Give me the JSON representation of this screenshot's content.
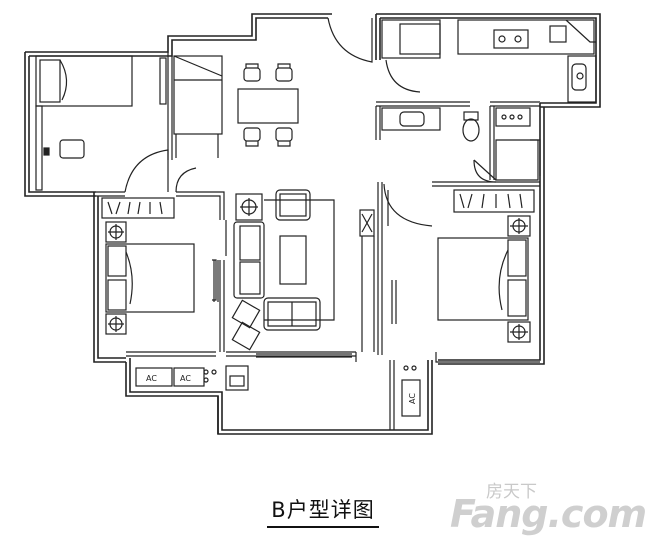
{
  "caption": "B户型详图",
  "watermark": {
    "cn": "房天下",
    "en": "Fang.com"
  },
  "ac_labels": {
    "unit1": "AC",
    "unit2": "AC",
    "unit3": "AC"
  },
  "colors": {
    "line": "#222222",
    "watermark": "#cccccc"
  },
  "icons": [
    "bed-icon",
    "sofa-icon",
    "table-icon",
    "chair-icon",
    "toilet-icon",
    "sink-icon",
    "stove-icon",
    "wardrobe-icon",
    "plant-icon",
    "nightstand-icon",
    "washer-icon",
    "door-swing-icon"
  ]
}
